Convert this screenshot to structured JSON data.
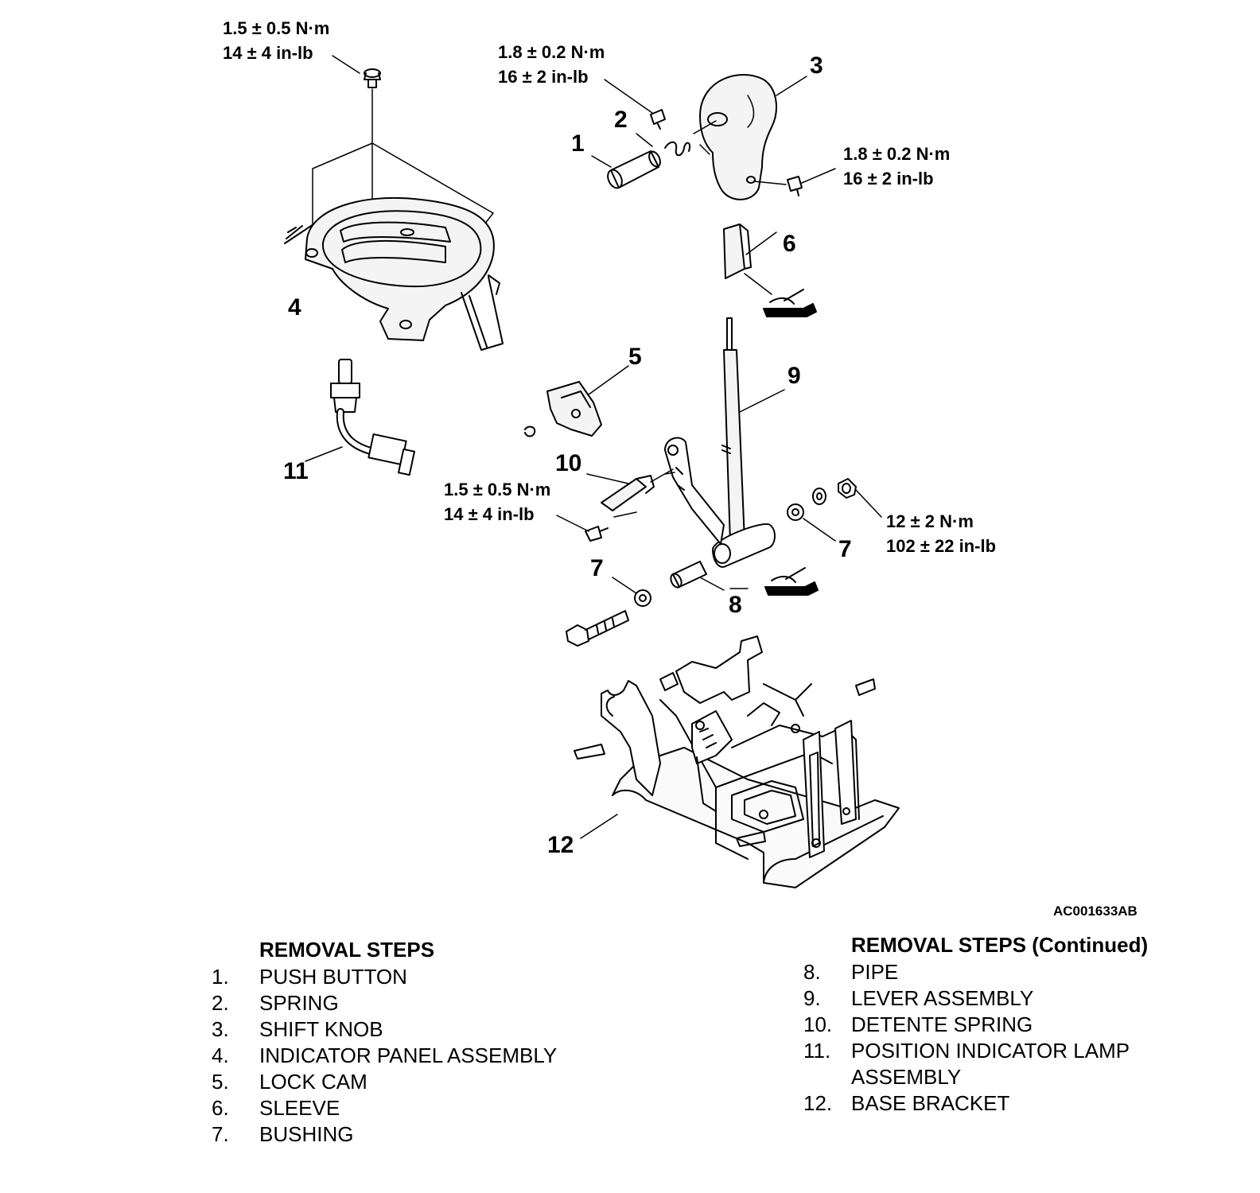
{
  "figure_id": "AC001633AB",
  "callouts": {
    "c1": "1",
    "c2": "2",
    "c3": "3",
    "c4": "4",
    "c5": "5",
    "c6": "6",
    "c7a": "7",
    "c7b": "7",
    "c8": "8",
    "c9": "9",
    "c10": "10",
    "c11": "11",
    "c12": "12"
  },
  "torques": {
    "indicator_panel": {
      "metric": "1.5 ± 0.5 N·m",
      "imperial": "14 ± 4 in-lb"
    },
    "spring_screw": {
      "metric": "1.8 ± 0.2 N·m",
      "imperial": "16 ± 2 in-lb"
    },
    "knob_screw": {
      "metric": "1.8 ± 0.2 N·m",
      "imperial": "16 ± 2 in-lb"
    },
    "detente_screw": {
      "metric": "1.5 ± 0.5 N·m",
      "imperial": "14 ± 4 in-lb"
    },
    "lever_nut": {
      "metric": "12 ± 2 N·m",
      "imperial": "102 ± 22 in-lb"
    }
  },
  "removal_steps": {
    "heading": "REMOVAL STEPS",
    "items": [
      {
        "num": "1.",
        "text": "PUSH BUTTON"
      },
      {
        "num": "2.",
        "text": "SPRING"
      },
      {
        "num": "3.",
        "text": "SHIFT KNOB"
      },
      {
        "num": "4.",
        "text": "INDICATOR PANEL ASSEMBLY"
      },
      {
        "num": "5.",
        "text": "LOCK CAM"
      },
      {
        "num": "6.",
        "text": "SLEEVE"
      },
      {
        "num": "7.",
        "text": "BUSHING"
      }
    ]
  },
  "removal_steps_continued": {
    "heading": "REMOVAL STEPS (Continued)",
    "items": [
      {
        "num": "8.",
        "text": "PIPE"
      },
      {
        "num": "9.",
        "text": "LEVER ASSEMBLY"
      },
      {
        "num": "10.",
        "text": "DETENTE SPRING"
      },
      {
        "num": "11.",
        "text": "POSITION INDICATOR LAMP"
      },
      {
        "num": "",
        "text": "ASSEMBLY"
      },
      {
        "num": "12.",
        "text": "BASE BRACKET"
      }
    ]
  }
}
